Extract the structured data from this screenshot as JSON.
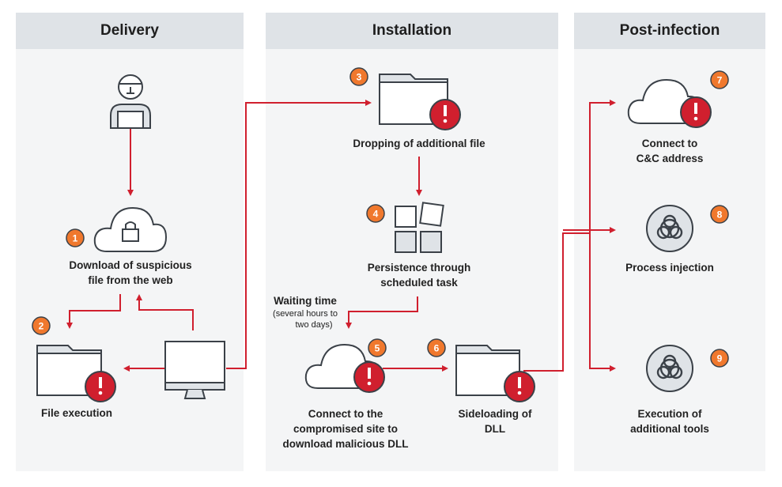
{
  "columns": [
    {
      "title": "Delivery"
    },
    {
      "title": "Installation"
    },
    {
      "title": "Post-infection"
    }
  ],
  "steps": [
    {
      "num": "1",
      "lines": [
        "Download of suspicious",
        "file from the web"
      ]
    },
    {
      "num": "2",
      "lines": [
        "File execution"
      ]
    },
    {
      "num": "3",
      "lines": [
        "Dropping of additional file"
      ]
    },
    {
      "num": "4",
      "lines": [
        "Persistence through",
        "scheduled task"
      ]
    },
    {
      "num": "5",
      "lines": [
        "Connect to the",
        "compromised site to",
        "download malicious DLL"
      ]
    },
    {
      "num": "6",
      "lines": [
        "Sideloading of",
        "DLL"
      ]
    },
    {
      "num": "7",
      "lines": [
        "Connect to",
        "C&C address"
      ]
    },
    {
      "num": "8",
      "lines": [
        "Process injection"
      ]
    },
    {
      "num": "9",
      "lines": [
        "Execution of",
        "additional tools"
      ]
    }
  ],
  "waiting": {
    "title": "Waiting time",
    "detail": [
      "(several hours to",
      "two days)"
    ]
  },
  "colors": {
    "arrow": "#d01f2e",
    "badge": "#f0782d",
    "alert": "#d01f2e",
    "icon_stroke": "#3b4148",
    "column_bg": "#f4f5f6",
    "header_bg": "#dfe3e7"
  },
  "icons": {
    "actor": "user-laptop-icon",
    "cloud_lock": "cloud-lock-icon",
    "folder_alert": "folder-alert-icon",
    "monitor": "monitor-icon",
    "tiles": "scheduled-task-tiles-icon",
    "cloud_alert": "cloud-alert-icon",
    "biohazard": "biohazard-icon"
  }
}
